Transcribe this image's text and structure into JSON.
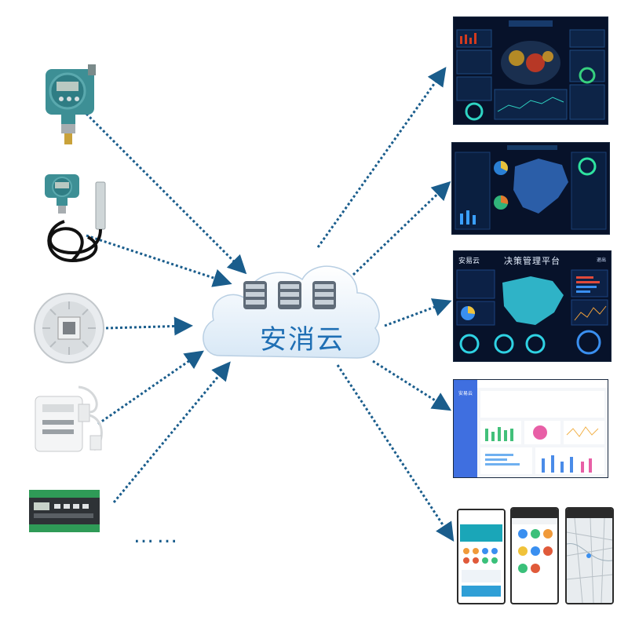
{
  "cloud": {
    "label": "安消云"
  },
  "ellipsis": "……",
  "devices": [
    {
      "name": "pressure-transmitter"
    },
    {
      "name": "level-transmitter"
    },
    {
      "name": "smoke-detector"
    },
    {
      "name": "gas-detector"
    },
    {
      "name": "io-controller"
    }
  ],
  "platforms": {
    "screen3": {
      "brand": "安易云",
      "title": "决策管理平台",
      "exit": "退出"
    },
    "screen4": {
      "brand": "安易云"
    }
  },
  "colors": {
    "arrow": "#1a5d8c",
    "cloud_text": "#1f6fb4",
    "dashboard_bg": "#07122a"
  }
}
